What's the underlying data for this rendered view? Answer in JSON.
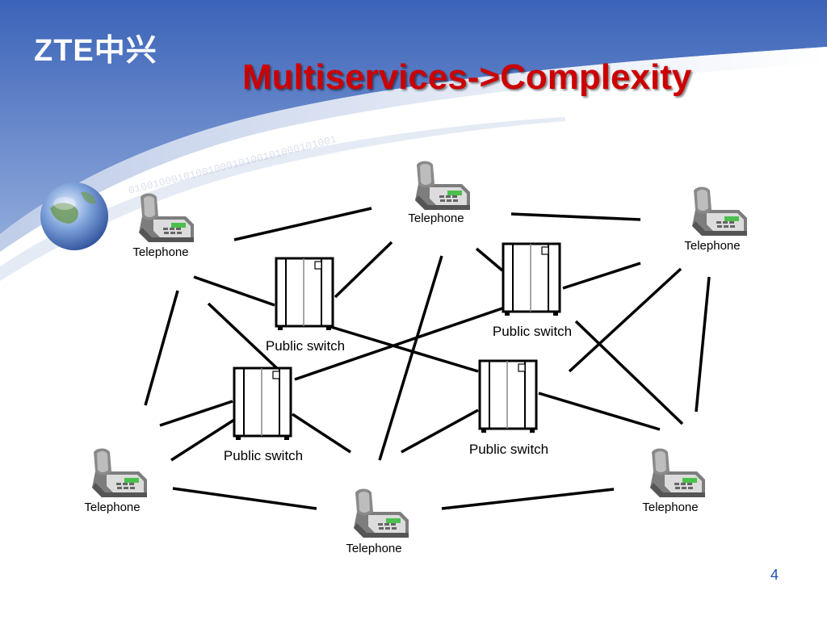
{
  "logo_text": "ZTE中兴",
  "title": "Multiservices->Complexity",
  "page_number": "4",
  "colors": {
    "title": "#cc0000",
    "page_number": "#1f4fb0",
    "background_top": "#4a6fc0",
    "line": "#000000"
  },
  "nodes": {
    "tel_top": {
      "label": "Telephone",
      "type": "telephone-icon"
    },
    "tel_top_left": {
      "label": "Telephone",
      "type": "telephone-icon"
    },
    "tel_top_right": {
      "label": "Telephone",
      "type": "telephone-icon"
    },
    "tel_bottom_left": {
      "label": "Telephone",
      "type": "telephone-icon"
    },
    "tel_bottom_center": {
      "label": "Telephone",
      "type": "telephone-icon"
    },
    "tel_bottom_right": {
      "label": "Telephone",
      "type": "telephone-icon"
    },
    "switch_upper_left": {
      "label": "Public switch",
      "type": "switch-cabinet-icon"
    },
    "switch_upper_right": {
      "label": "Public switch",
      "type": "switch-cabinet-icon"
    },
    "switch_lower_left": {
      "label": "Public switch",
      "type": "switch-cabinet-icon"
    },
    "switch_lower_right": {
      "label": "Public switch",
      "type": "switch-cabinet-icon"
    }
  }
}
